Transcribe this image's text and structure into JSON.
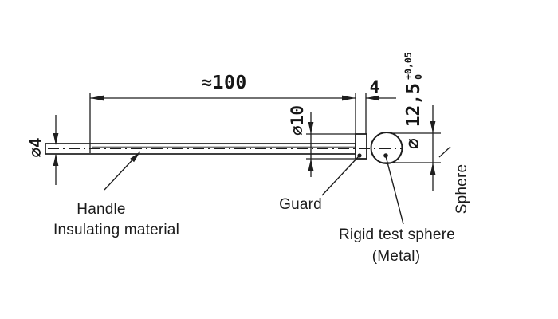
{
  "page": {
    "background": "#ffffff",
    "line_color": "#1e1e1e"
  },
  "dimensions": {
    "handle_length": "≈100",
    "guard_thickness": "4",
    "guard_diameter": "⌀10",
    "handle_diameter": "⌀4",
    "sphere_diameter": "⌀ 12,5",
    "sphere_tolerance_upper": "+0,05",
    "sphere_tolerance_lower": "0"
  },
  "labels": {
    "handle_line1": "Handle",
    "handle_line2": "Insulating material",
    "guard": "Guard",
    "sphere_callout_line1": "Rigid test sphere",
    "sphere_callout_line2": "(Metal)",
    "sphere_axis_label": "Sphere"
  }
}
